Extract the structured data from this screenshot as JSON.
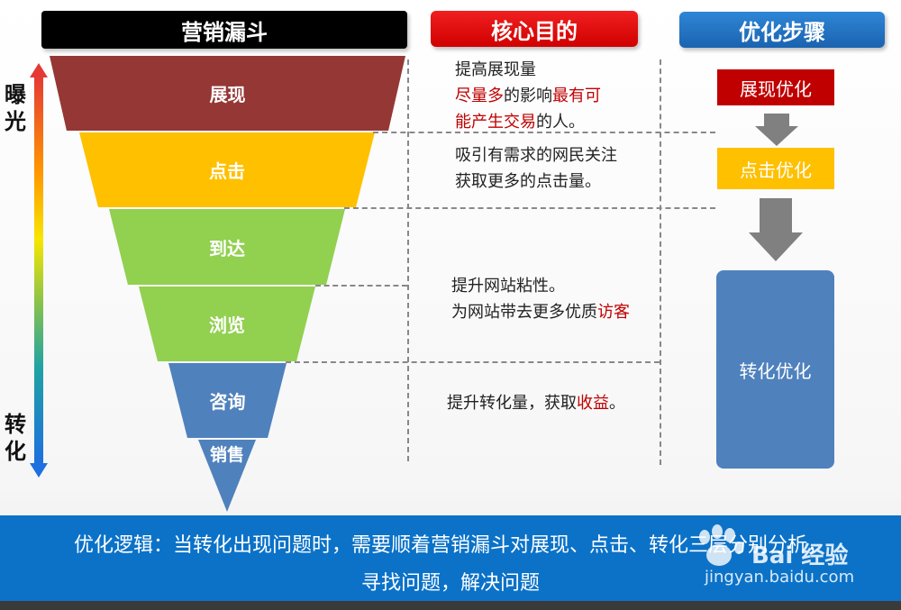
{
  "headers": {
    "funnel": "营销漏斗",
    "core": "核心目的",
    "optimize": "优化步骤"
  },
  "axis": {
    "top_chars": [
      "曝",
      "光"
    ],
    "bottom_chars": [
      "转",
      "化"
    ]
  },
  "funnel_stages": [
    "展现",
    "点击",
    "到达",
    "浏览",
    "咨询",
    "销售"
  ],
  "descriptions": {
    "d1": {
      "line1": "提高展现量",
      "line2_a": "尽量多",
      "line2_b": "的影响",
      "line2_c": "最有可",
      "line3_a": "能产生交易",
      "line3_b": "的人。"
    },
    "d2": {
      "line1": "吸引有需求的网民关注",
      "line2": "获取更多的点击量。"
    },
    "d3": {
      "line1": "提升网站粘性。",
      "line2_a": "为网站带去更多优质",
      "line2_b": "访客"
    },
    "d4": {
      "line1_a": "提升转化量，获取",
      "line1_b": "收益",
      "line1_c": "。"
    }
  },
  "steps": {
    "show": "展现优化",
    "click": "点击优化",
    "convert": "转化优化"
  },
  "footer": {
    "line1": "优化逻辑：当转化出现问题时，需要顺着营销漏斗对展现、点击、转化三层分别分析，",
    "line2": "寻找问题，解决问题"
  },
  "watermark": {
    "brand": "Bai 经验",
    "url": "jingyan.baidu.com"
  },
  "colors": {
    "show": "#953735",
    "click": "#ffc000",
    "arrive_browse": "#92d050",
    "consult_sales": "#4f81bd",
    "accent_red": "#c00000",
    "footer": "#0b72c8"
  }
}
